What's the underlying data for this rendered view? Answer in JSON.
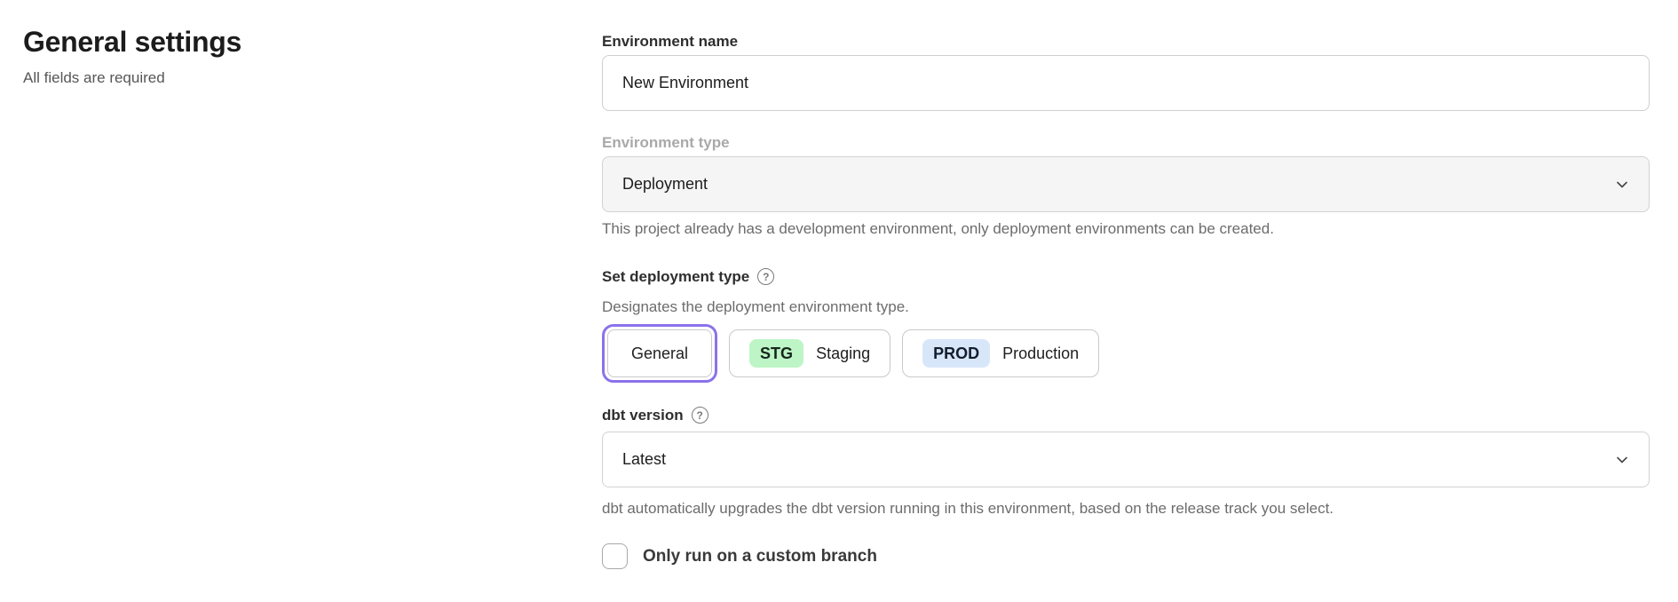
{
  "page": {
    "title": "General settings",
    "subtitle": "All fields are required"
  },
  "form": {
    "environment_name": {
      "label": "Environment name",
      "value": "New Environment"
    },
    "environment_type": {
      "label": "Environment type",
      "value": "Deployment",
      "disabled": true,
      "helper": "This project already has a development environment, only deployment environments can be created."
    },
    "deployment_type": {
      "label": "Set deployment type",
      "helper": "Designates the deployment environment type.",
      "options": [
        {
          "label": "General",
          "badge": "",
          "selected": true
        },
        {
          "label": "Staging",
          "badge": "STG",
          "selected": false
        },
        {
          "label": "Production",
          "badge": "PROD",
          "selected": false
        }
      ]
    },
    "dbt_version": {
      "label": "dbt version",
      "value": "Latest",
      "helper": "dbt automatically upgrades the dbt version running in this environment, based on the release track you select."
    },
    "custom_branch": {
      "label": "Only run on a custom branch",
      "checked": false
    }
  },
  "icons": {
    "help": "?"
  },
  "colors": {
    "accent_purple": "#8b72ea",
    "staging_badge": "#bdf5c6",
    "production_badge": "#d8e6fa"
  }
}
